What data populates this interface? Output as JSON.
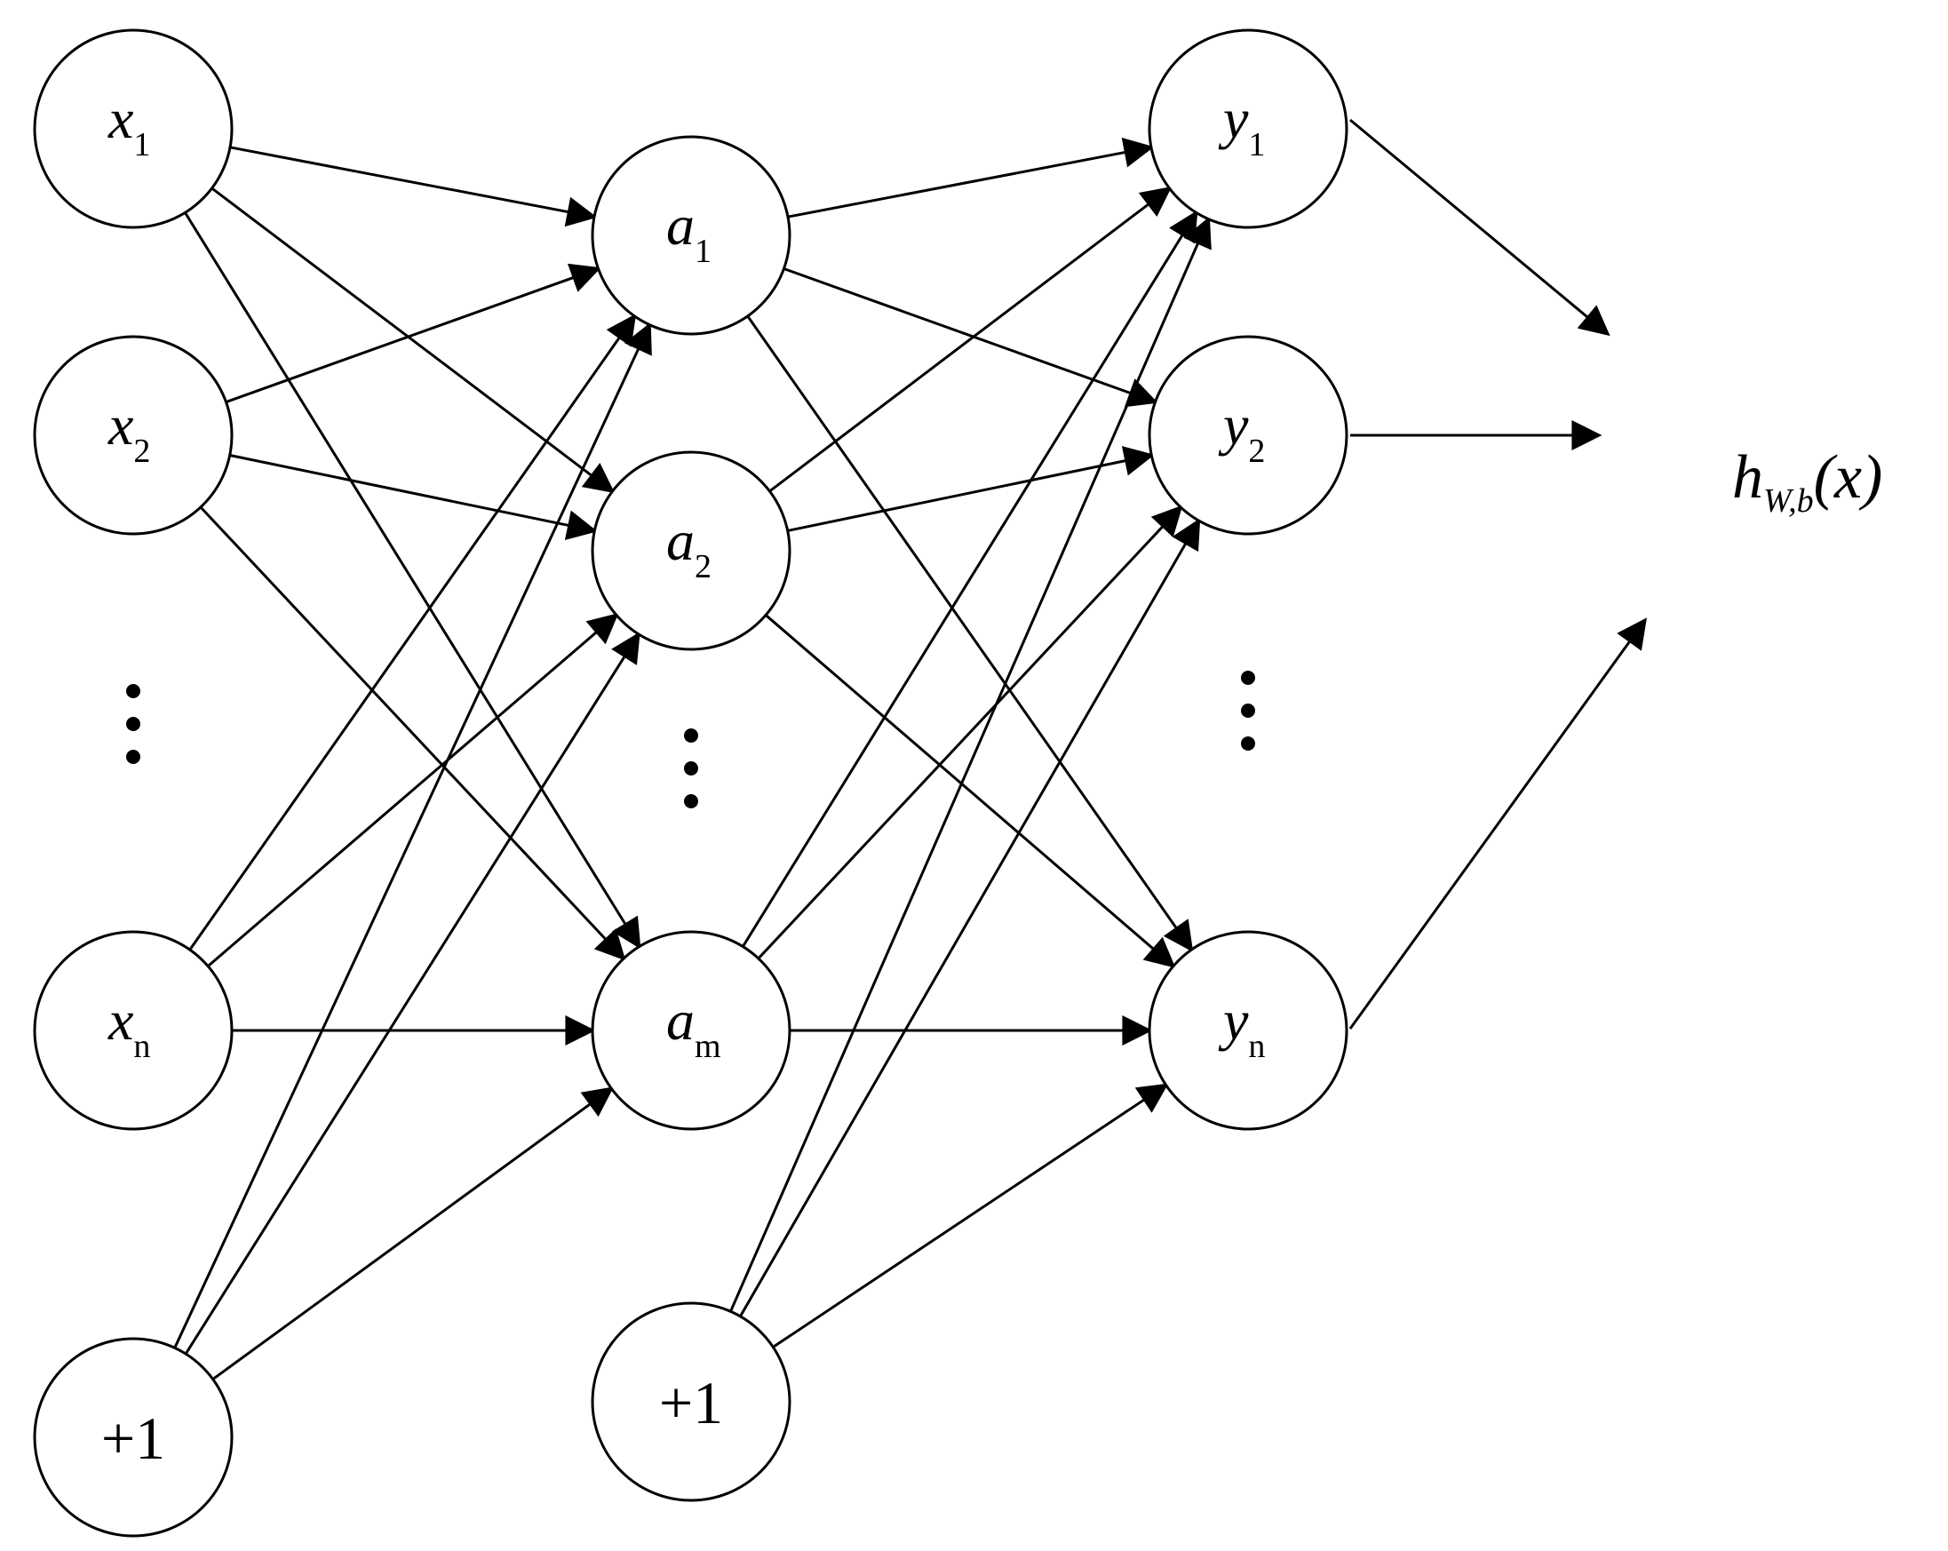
{
  "diagram": {
    "colors": {
      "stroke": "#000000",
      "background": "#ffffff"
    },
    "layers": {
      "input": {
        "nodes": [
          {
            "id": "x1",
            "var": "x",
            "sub": "1"
          },
          {
            "id": "x2",
            "var": "x",
            "sub": "2"
          },
          {
            "id": "xn",
            "var": "x",
            "sub": "n"
          }
        ],
        "bias": "+1"
      },
      "hidden": {
        "nodes": [
          {
            "id": "a1",
            "var": "a",
            "sub": "1"
          },
          {
            "id": "a2",
            "var": "a",
            "sub": "2"
          },
          {
            "id": "am",
            "var": "a",
            "sub": "m"
          }
        ],
        "bias": "+1"
      },
      "output": {
        "nodes": [
          {
            "id": "y1",
            "var": "y",
            "sub": "1"
          },
          {
            "id": "y2",
            "var": "y",
            "sub": "2"
          },
          {
            "id": "yn",
            "var": "y",
            "sub": "n"
          }
        ]
      }
    },
    "output_label": {
      "h": "h",
      "sub": "W,b",
      "arg": "(x)"
    }
  }
}
